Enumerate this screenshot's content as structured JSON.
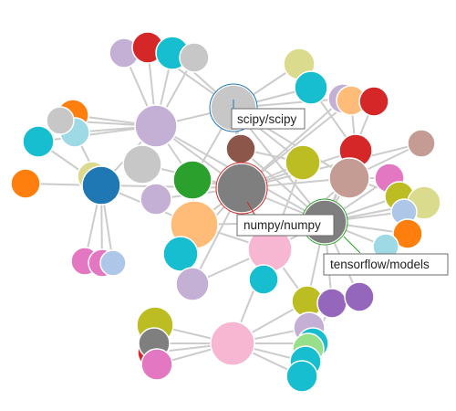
{
  "graph": {
    "labels": [
      {
        "id": "scipy",
        "text": "scipy/scipy",
        "color": "#1f77b4"
      },
      {
        "id": "numpy",
        "text": "numpy/numpy",
        "color": "#d62728"
      },
      {
        "id": "tensorflow",
        "text": "tensorflow/models",
        "color": "#2ca02c"
      }
    ],
    "colors": {
      "edge": "#cccccc",
      "blue": "#1f77b4",
      "orange": "#ff7f0e",
      "green": "#2ca02c",
      "red": "#d62728",
      "purple": "#9467bd",
      "brown": "#8c564b",
      "pink": "#e377c2",
      "gray": "#7f7f7f",
      "olive": "#bcbd22",
      "cyan": "#17becf",
      "lightblue": "#aec7e8",
      "lightorange": "#ffbb78",
      "lightgreen": "#98df8a",
      "lightpurple": "#c5b0d5",
      "lightbrown": "#c49c94",
      "lightpink": "#f7b6d2",
      "lightgray": "#c7c7c7",
      "lightolive": "#dbdb8d",
      "lightcyan": "#9edae5"
    }
  }
}
